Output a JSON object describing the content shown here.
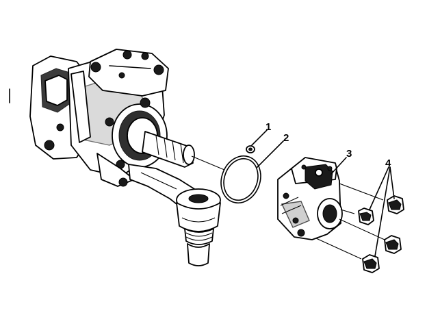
{
  "callouts": {
    "c1": "1",
    "c2": "2",
    "c3": "3",
    "c4": "4"
  },
  "parts": {
    "gear": "steering-gear-assembly-icon",
    "arm": "pitman-arm-icon",
    "oring": "o-ring-seal-icon",
    "seal": "small-seal-icon",
    "cover": "side-cover-housing-icon",
    "bolt": "hex-bolt-icon"
  },
  "colors": {
    "line": "#000000",
    "background": "#ffffff"
  }
}
